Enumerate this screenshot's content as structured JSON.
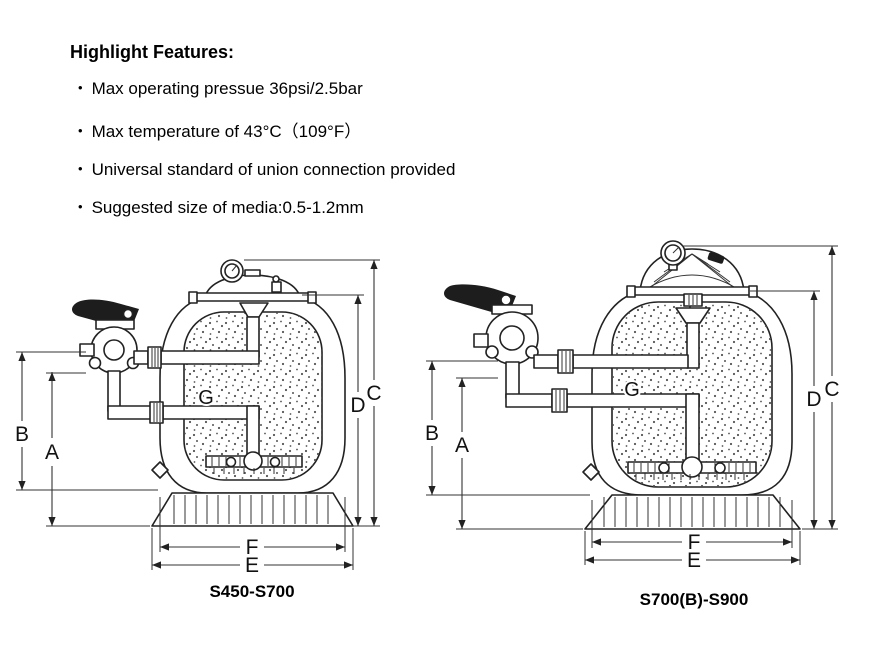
{
  "colors": {
    "ink": "#1d1d1d",
    "background": "#ffffff"
  },
  "features": {
    "title": "Highlight Features:",
    "bullet": "•",
    "items": [
      "Max operating pressue 36psi/2.5bar",
      "Max temperature of 43°C（109°F）",
      "Universal standard of union connection provided",
      "Suggested size of media:0.5-1.2mm"
    ]
  },
  "diagrams": {
    "left": {
      "model": "S450-S700",
      "dims": {
        "A": "A",
        "B": "B",
        "C": "C",
        "D": "D",
        "E": "E",
        "F": "F",
        "G": "G"
      }
    },
    "right": {
      "model": "S700(B)-S900",
      "dims": {
        "A": "A",
        "B": "B",
        "C": "C",
        "D": "D",
        "E": "E",
        "F": "F",
        "G": "G"
      }
    }
  }
}
